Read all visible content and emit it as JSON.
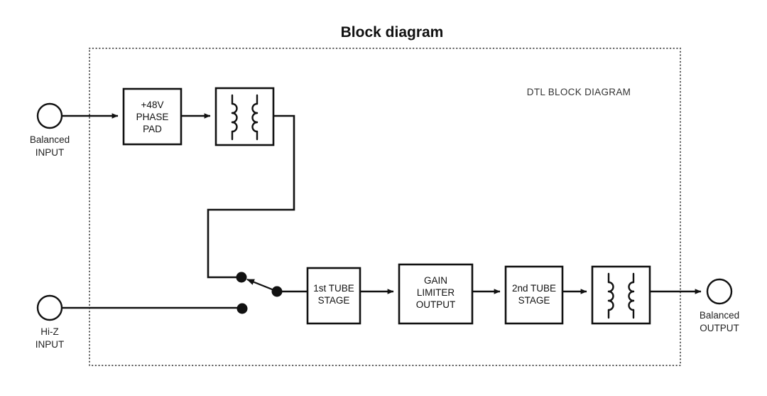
{
  "page": {
    "title": "Block diagram",
    "background_color": "#ffffff",
    "line_color": "#111111"
  },
  "enclosure": {
    "label": "DTL BLOCK DIAGRAM",
    "border_style": "dotted",
    "border_color": "#555555"
  },
  "ports": {
    "balanced_input": {
      "line1": "Balanced",
      "line2": "INPUT"
    },
    "hiz_input": {
      "line1": "Hi-Z",
      "line2": "INPUT"
    },
    "balanced_output": {
      "line1": "Balanced",
      "line2": "OUTPUT"
    }
  },
  "blocks": [
    {
      "id": "phase-pad",
      "lines": [
        "+48V",
        "PHASE",
        "PAD"
      ]
    },
    {
      "id": "input-transformer",
      "lines": [],
      "symbol": "transformer"
    },
    {
      "id": "first-tube-stage",
      "lines": [
        "1st TUBE",
        "STAGE"
      ]
    },
    {
      "id": "gain-limiter-output",
      "lines": [
        "GAIN",
        "LIMITER",
        "OUTPUT"
      ]
    },
    {
      "id": "second-tube-stage",
      "lines": [
        "2nd TUBE",
        "STAGE"
      ]
    },
    {
      "id": "output-transformer",
      "lines": [],
      "symbol": "transformer"
    }
  ],
  "switch": {
    "id": "input-select-switch",
    "selected_contact": "balanced"
  }
}
